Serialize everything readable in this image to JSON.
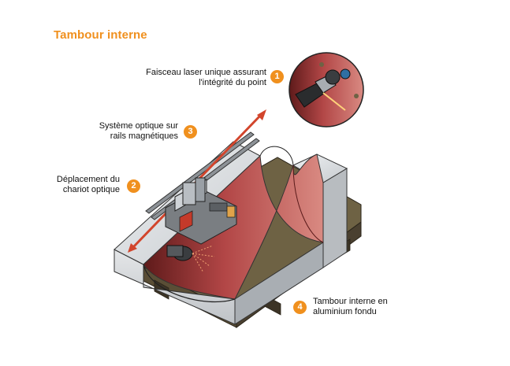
{
  "title": "Tambour interne",
  "accent_color": "#f0901e",
  "callouts": [
    {
      "number": "1",
      "line1": "Faisceau laser unique assurant",
      "line2": "l'intégrité du point"
    },
    {
      "number": "2",
      "line1": "Déplacement du",
      "line2": "chariot optique"
    },
    {
      "number": "3",
      "line1": "Système optique sur",
      "line2": "rails magnétiques"
    },
    {
      "number": "4",
      "line1": "Tambour interne en",
      "line2": "aluminium fondu"
    }
  ]
}
